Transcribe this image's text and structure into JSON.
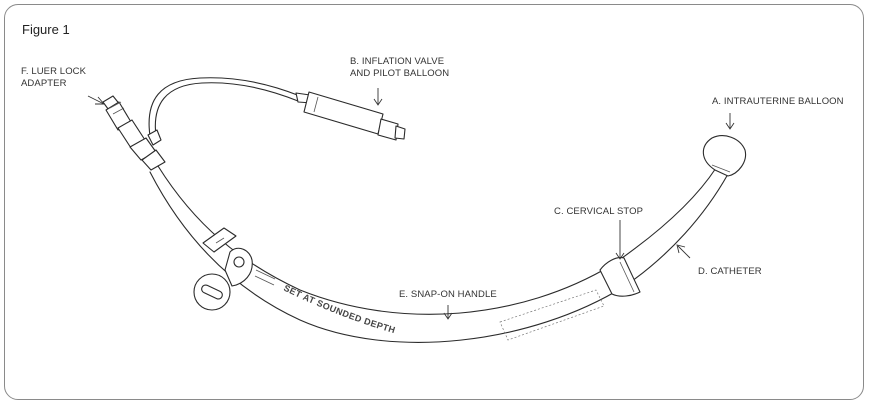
{
  "figure": {
    "title": "Figure 1"
  },
  "labels": {
    "luer_line1": "F. LUER LOCK",
    "luer_line2": "ADAPTER",
    "valve_line1": "B. INFLATION VALVE",
    "valve_line2": "AND PILOT BALLOON",
    "balloon": "A. INTRAUTERINE BALLOON",
    "cervical_stop": "C. CERVICAL STOP",
    "catheter": "D. CATHETER",
    "handle": "E. SNAP-ON HANDLE"
  },
  "handle_stamp": "SET AT SOUNDED DEPTH",
  "colors": {
    "line": "#2b2b2b",
    "frame": "#8a8a8a",
    "text": "#333333"
  }
}
